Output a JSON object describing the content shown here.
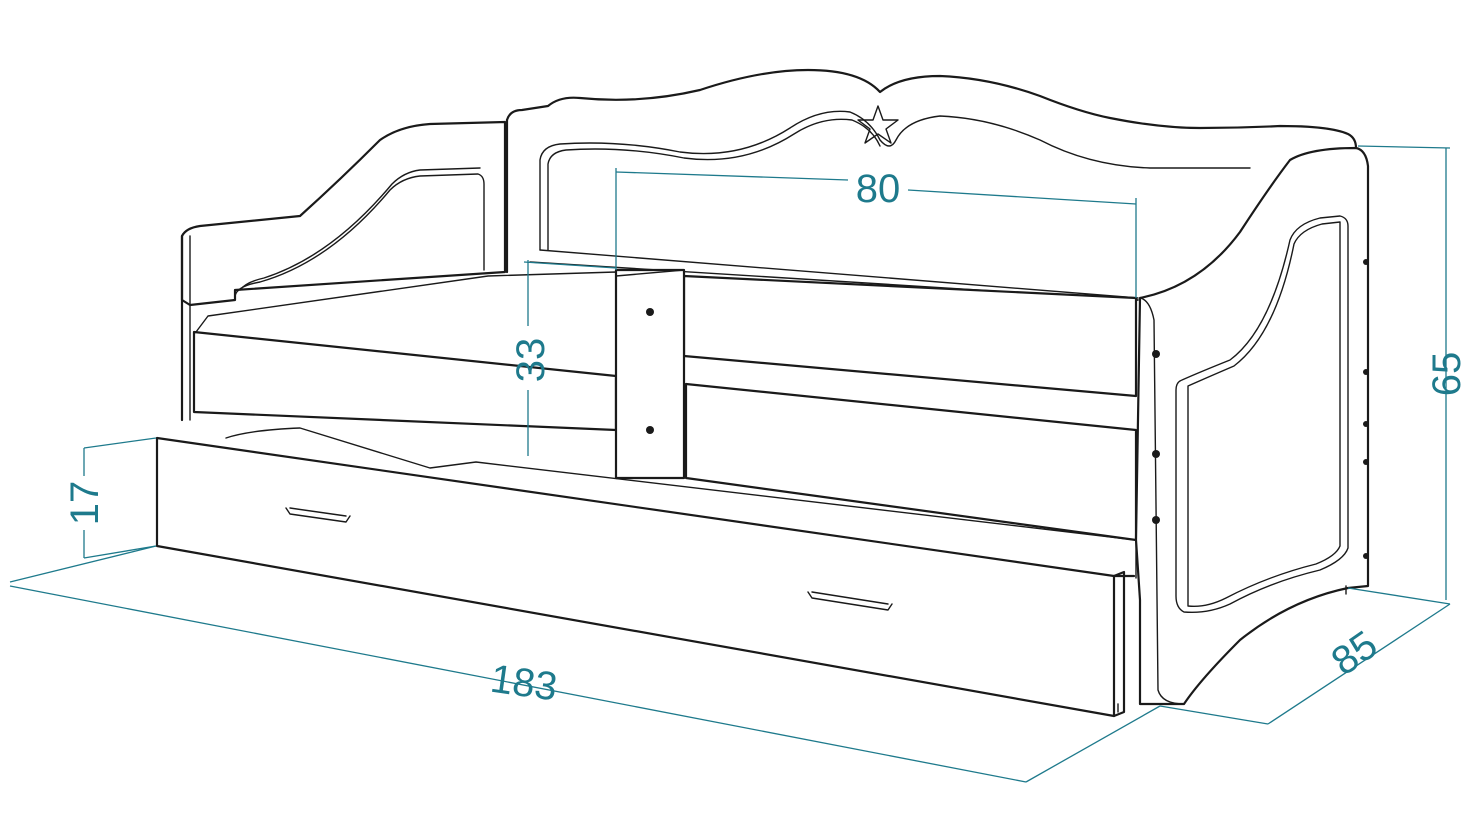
{
  "dimensions": {
    "length": "183",
    "depth": "85",
    "height": "65",
    "backrest_width": "80",
    "side_height": "33",
    "drawer_height": "17"
  },
  "colors": {
    "dimension": "#1e7a8c",
    "outline": "#1a1a1a",
    "background": "#ffffff"
  }
}
